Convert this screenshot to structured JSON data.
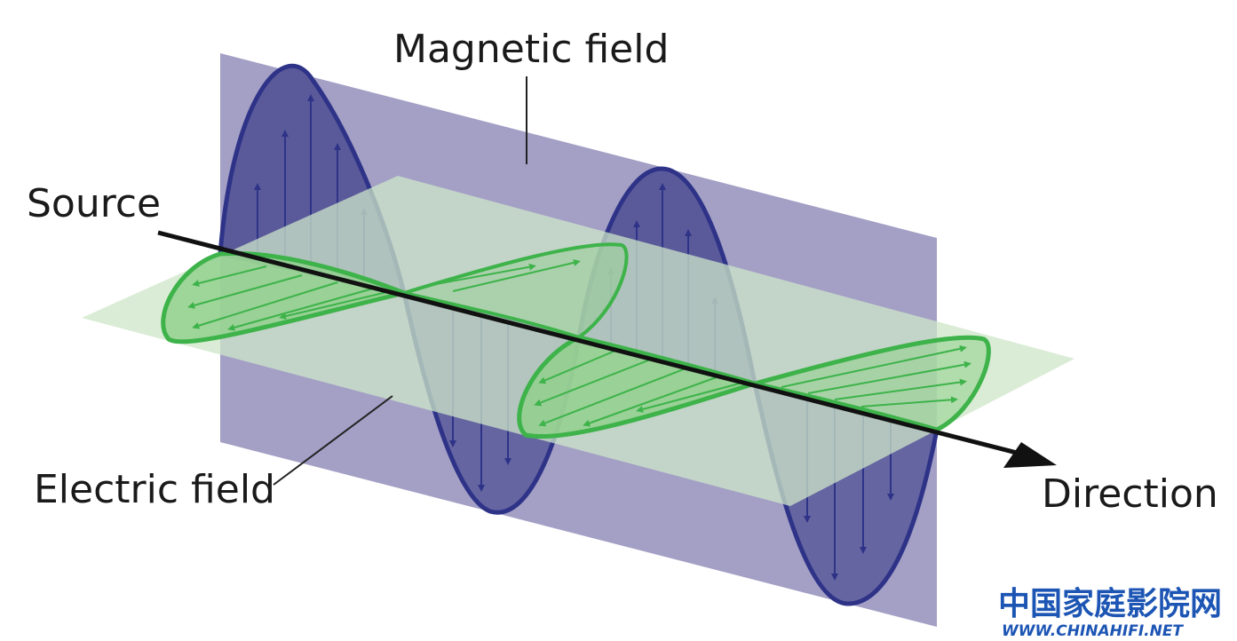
{
  "labels": {
    "magnetic": "Magnetic field",
    "source": "Source",
    "electric": "Electric field",
    "direction": "Direction"
  },
  "watermark": {
    "cn": "中国家庭影院网",
    "en": "WWW.CHINAHIFI.NET"
  },
  "colors": {
    "vertical_plane": "#a39fc5",
    "vertical_wave_fill": "#5a5a9a",
    "vertical_wave_stroke": "#2e3388",
    "horizontal_plane": "#cde6c8",
    "horizontal_wave_fill": "#8fcf8a",
    "horizontal_wave_stroke": "#3db34a",
    "axis": "#111111",
    "watermark_cn": "#1c55b4",
    "watermark_en": "#1c55b4"
  }
}
